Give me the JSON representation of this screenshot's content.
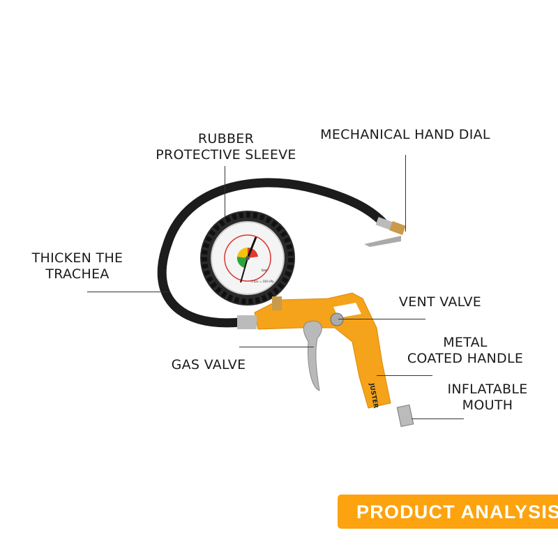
{
  "labels": {
    "rubber_sleeve": [
      "RUBBER",
      "PROTECTIVE SLEEVE"
    ],
    "hand_dial": "MECHANICAL HAND DIAL",
    "trachea": [
      "THICKEN THE",
      "TRACHEA"
    ],
    "vent_valve": "VENT VALVE",
    "handle": [
      "METAL",
      "COATED HANDLE"
    ],
    "gas_valve": "GAS VALVE",
    "mouth": [
      "INFLATABLE",
      "MOUTH"
    ]
  },
  "gauge": {
    "unit": "bar",
    "note": "1 bar = 100 kPa",
    "brand": "JUSTER"
  },
  "banner": {
    "text": "PRODUCT ANALYSIS"
  },
  "colors": {
    "accent": "#FCA30F",
    "body": "#F5A31A",
    "hose": "#1c1c1c"
  }
}
